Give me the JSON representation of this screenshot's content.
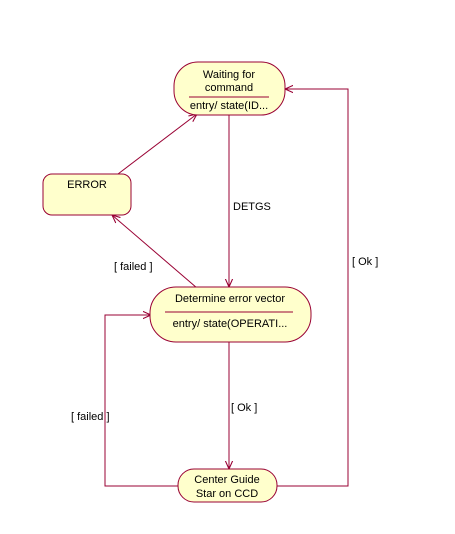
{
  "colors": {
    "state_fill": "#ffffcc",
    "line": "#990033",
    "text": "#000000",
    "background": "#ffffff"
  },
  "states": {
    "waiting": {
      "name_line1": "Waiting for",
      "name_line2": "command",
      "action": "entry/ state(ID..."
    },
    "error": {
      "name": "ERROR"
    },
    "determine": {
      "name": "Determine error vector",
      "action": "entry/ state(OPERATI..."
    },
    "center": {
      "name_line1": "Center Guide",
      "name_line2": "Star on CCD"
    }
  },
  "transitions": {
    "detgs": "DETGS",
    "failed_to_error": "[ failed ]",
    "ok_down": "[ Ok ]",
    "failed_loop": "[ failed ]",
    "ok_right": "[ Ok ]"
  }
}
